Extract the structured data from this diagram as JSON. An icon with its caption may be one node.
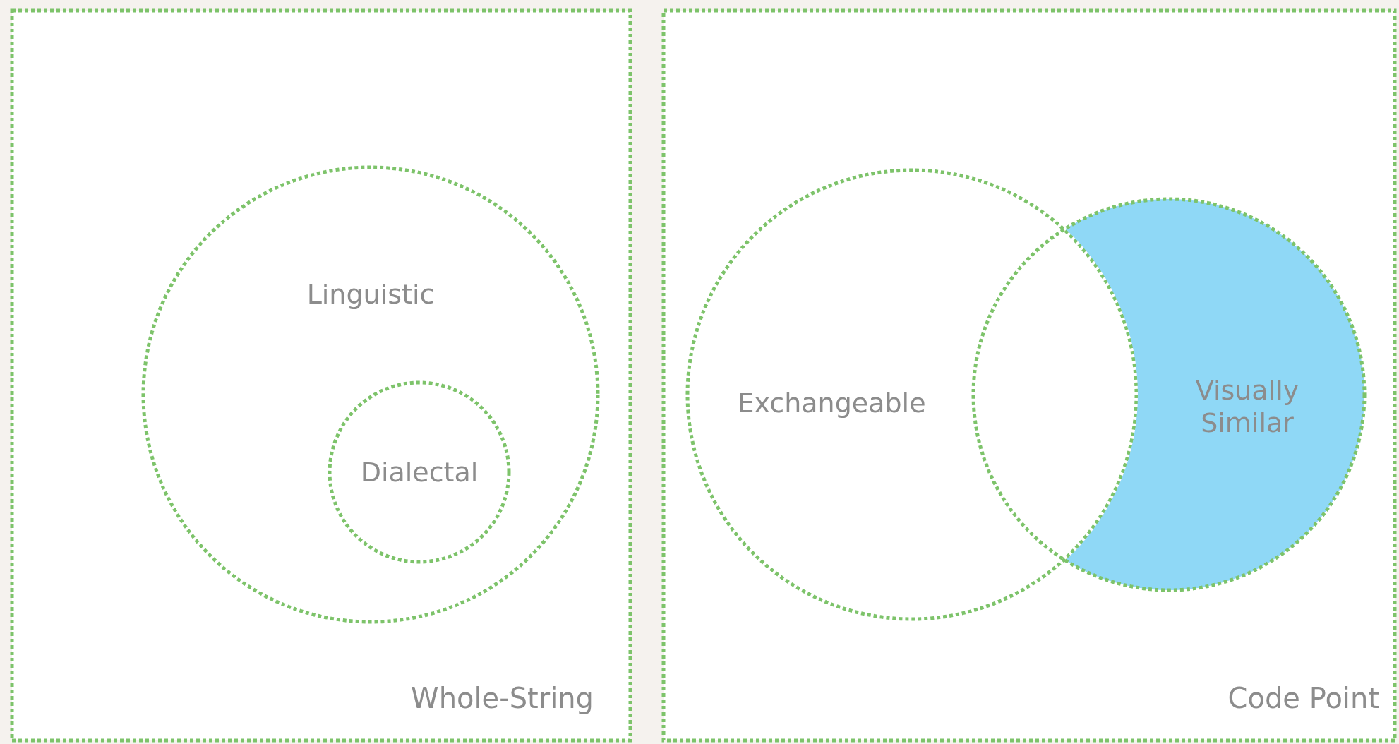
{
  "diagram": {
    "nodes": [
      {
        "text": [
          "Whole-String"
        ]
      },
      {
        "text": [
          "Linguistic"
        ],
        "in": 0
      },
      {
        "text": [
          "Dialectal"
        ],
        "in": 1
      },
      {
        "text": [
          "Code Point"
        ]
      },
      {
        "text": [
          "Exchangeable"
        ],
        "in": 3
      },
      {
        "text": [
          "Visually Similar"
        ],
        "in": 3
      }
    ]
  }
}
